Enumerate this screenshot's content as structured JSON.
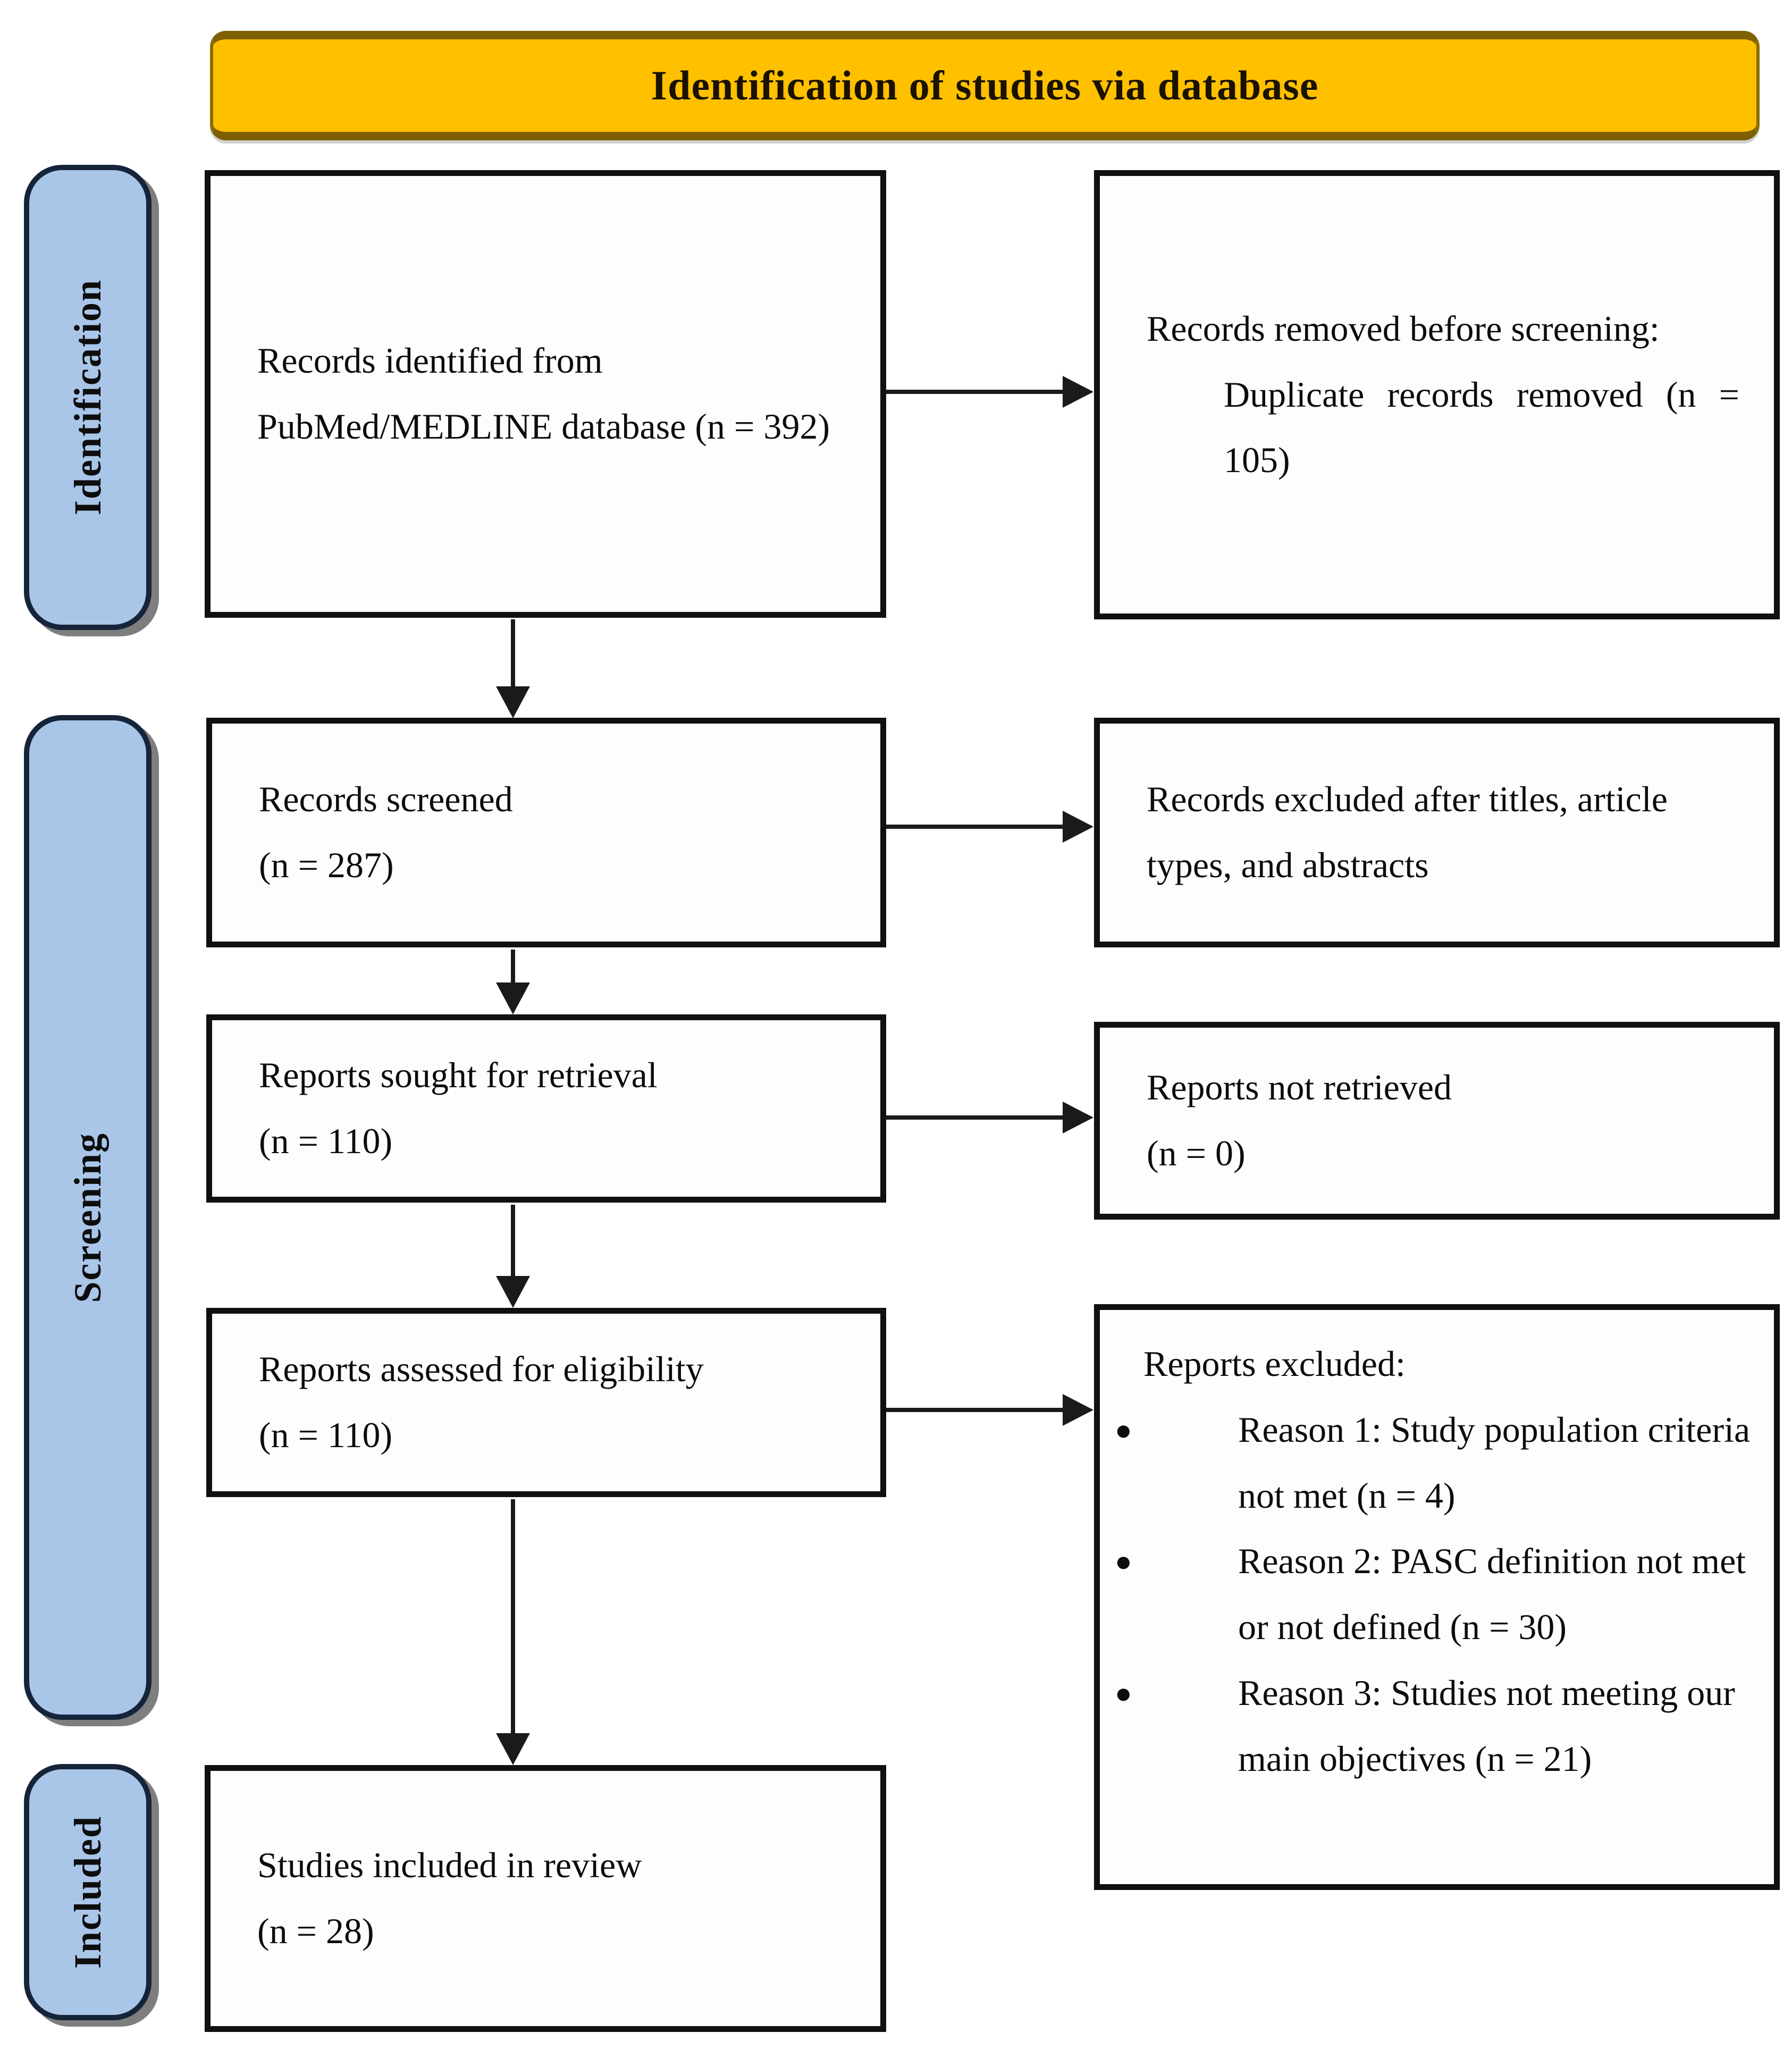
{
  "title": "Identification of studies via database",
  "stages": {
    "identification": "Identification",
    "screening": "Screening",
    "included": "Included"
  },
  "boxes": {
    "records_identified": "Records identified from PubMed/MEDLINE database (n = 392)",
    "records_removed_heading": "Records removed before screening:",
    "duplicates_removed": "Duplicate records removed (n = 105)",
    "records_screened": "Records screened",
    "records_screened_n": "(n = 287)",
    "records_excluded": "Records excluded after titles, article types, and abstracts",
    "reports_sought": "Reports sought for retrieval",
    "reports_sought_n": "(n = 110)",
    "reports_not_retrieved": "Reports not retrieved",
    "reports_not_retrieved_n": "(n = 0)",
    "reports_assessed": "Reports assessed for eligibility",
    "reports_assessed_n": "(n = 110)",
    "reports_excluded_heading": "Reports excluded:",
    "bullet_glyph": "●",
    "reasons": [
      "Reason 1: Study population criteria not met (n = 4)",
      "Reason 2: PASC definition not met or not defined (n = 30)",
      "Reason 3: Studies not meeting our main objectives (n = 21)"
    ],
    "studies_included": "Studies included in review",
    "studies_included_n": "(n = 28)"
  },
  "colors": {
    "title_bg": "#FFC000",
    "title_edge": "#7F6000",
    "stage_bg": "#A9C6E9",
    "stage_border": "#16243A",
    "box_bg": "#FDFDFD",
    "box_border": "#101010",
    "arrow": "#1A1A1A"
  }
}
